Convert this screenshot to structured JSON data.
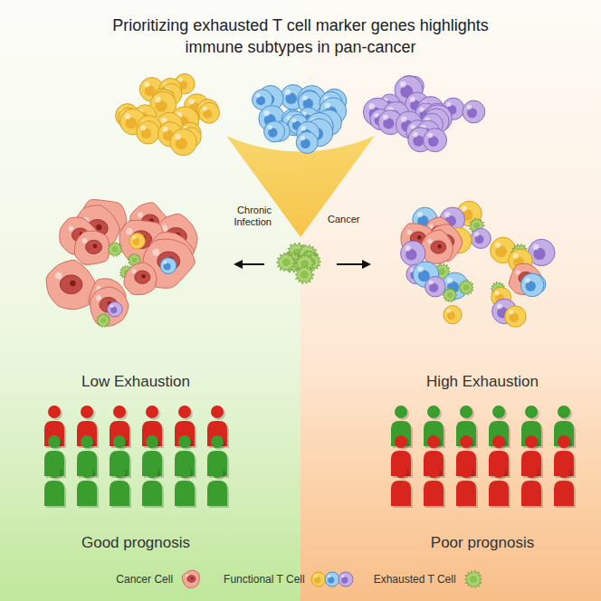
{
  "diagram": {
    "title": "Prioritizing exhausted T cell marker genes highlights immune subtypes in pan-cancer",
    "nodes": [
      {
        "text": [
          "Low Exhaustion",
          "Good prognosis"
        ]
      },
      {
        "text": [
          "High Exhaustion",
          "Poor prognosis"
        ]
      }
    ],
    "labels": [
      "Chronic Infection",
      "Cancer"
    ],
    "legend": [
      {
        "text": "Cancer Cell"
      },
      {
        "text": "Functional T Cell"
      },
      {
        "text": "Exhausted T Cell"
      }
    ]
  }
}
